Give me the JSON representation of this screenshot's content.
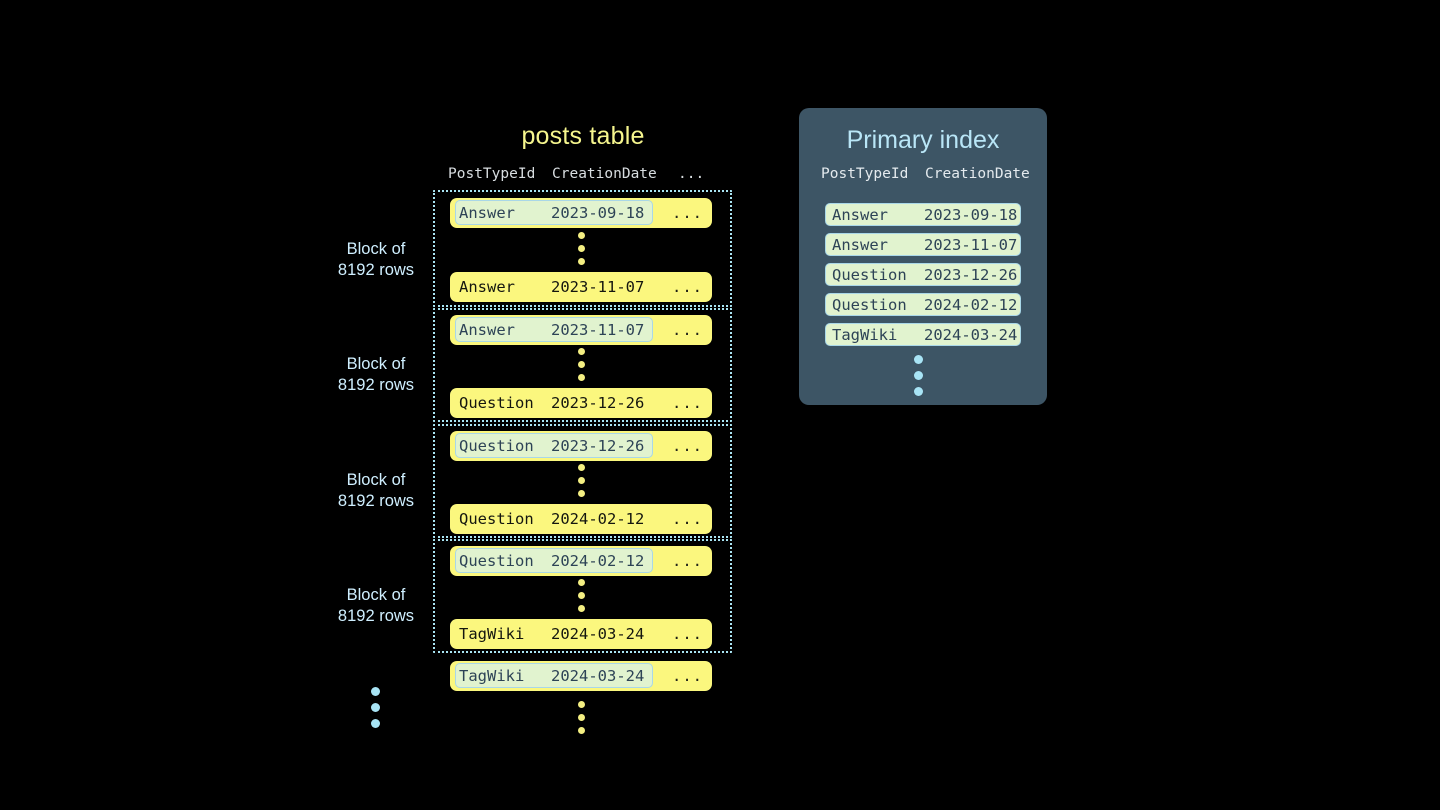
{
  "posts_table": {
    "title": "posts table",
    "columns": [
      "PostTypeId",
      "CreationDate",
      "..."
    ],
    "blocks": [
      {
        "label_line1": "Block of",
        "label_line2": "8192 rows",
        "first_row": {
          "post_type": "Answer",
          "creation_date": "2023-09-18",
          "more": "...",
          "highlighted": true
        },
        "last_row": {
          "post_type": "Answer",
          "creation_date": "2023-11-07",
          "more": "...",
          "highlighted": false
        }
      },
      {
        "label_line1": "Block of",
        "label_line2": "8192 rows",
        "first_row": {
          "post_type": "Answer",
          "creation_date": "2023-11-07",
          "more": "...",
          "highlighted": true
        },
        "last_row": {
          "post_type": "Question",
          "creation_date": "2023-12-26",
          "more": "...",
          "highlighted": false
        }
      },
      {
        "label_line1": "Block of",
        "label_line2": "8192 rows",
        "first_row": {
          "post_type": "Question",
          "creation_date": "2023-12-26",
          "more": "...",
          "highlighted": true
        },
        "last_row": {
          "post_type": "Question",
          "creation_date": "2024-02-12",
          "more": "...",
          "highlighted": false
        }
      },
      {
        "label_line1": "Block of",
        "label_line2": "8192 rows",
        "first_row": {
          "post_type": "Question",
          "creation_date": "2024-02-12",
          "more": "...",
          "highlighted": true
        },
        "last_row": {
          "post_type": "TagWiki",
          "creation_date": "2024-03-24",
          "more": "...",
          "highlighted": false
        }
      }
    ],
    "trailing_row": {
      "post_type": "TagWiki",
      "creation_date": "2024-03-24",
      "more": "...",
      "highlighted": true
    }
  },
  "primary_index": {
    "title": "Primary index",
    "columns": [
      "PostTypeId",
      "CreationDate"
    ],
    "rows": [
      {
        "post_type": "Answer",
        "creation_date": "2023-09-18"
      },
      {
        "post_type": "Answer",
        "creation_date": "2023-11-07"
      },
      {
        "post_type": "Question",
        "creation_date": "2023-12-26"
      },
      {
        "post_type": "Question",
        "creation_date": "2024-02-12"
      },
      {
        "post_type": "TagWiki",
        "creation_date": "2024-03-24"
      }
    ]
  },
  "colors": {
    "background": "#000000",
    "row_yellow": "#fbf77e",
    "highlight_green": "#e1f3cf",
    "highlight_border": "#a9d7e8",
    "panel_slate": "#3d5565",
    "accent_blue": "#a9e4f2",
    "title_yellow": "#f6f68e"
  }
}
